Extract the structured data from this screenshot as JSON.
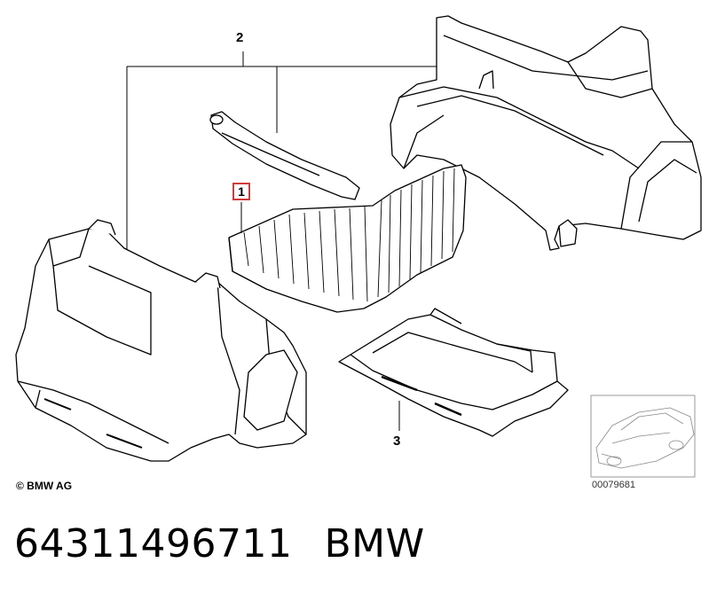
{
  "callouts": {
    "part2": "2",
    "part1": "1",
    "part3": "3"
  },
  "copyright": "© BMW AG",
  "thumbnail_ref": "00079681",
  "caption": {
    "part_number": "64311496711",
    "brand": "BMW"
  },
  "colors": {
    "line": "#000000",
    "highlight_box": "#d23a3a",
    "background": "#ffffff"
  }
}
